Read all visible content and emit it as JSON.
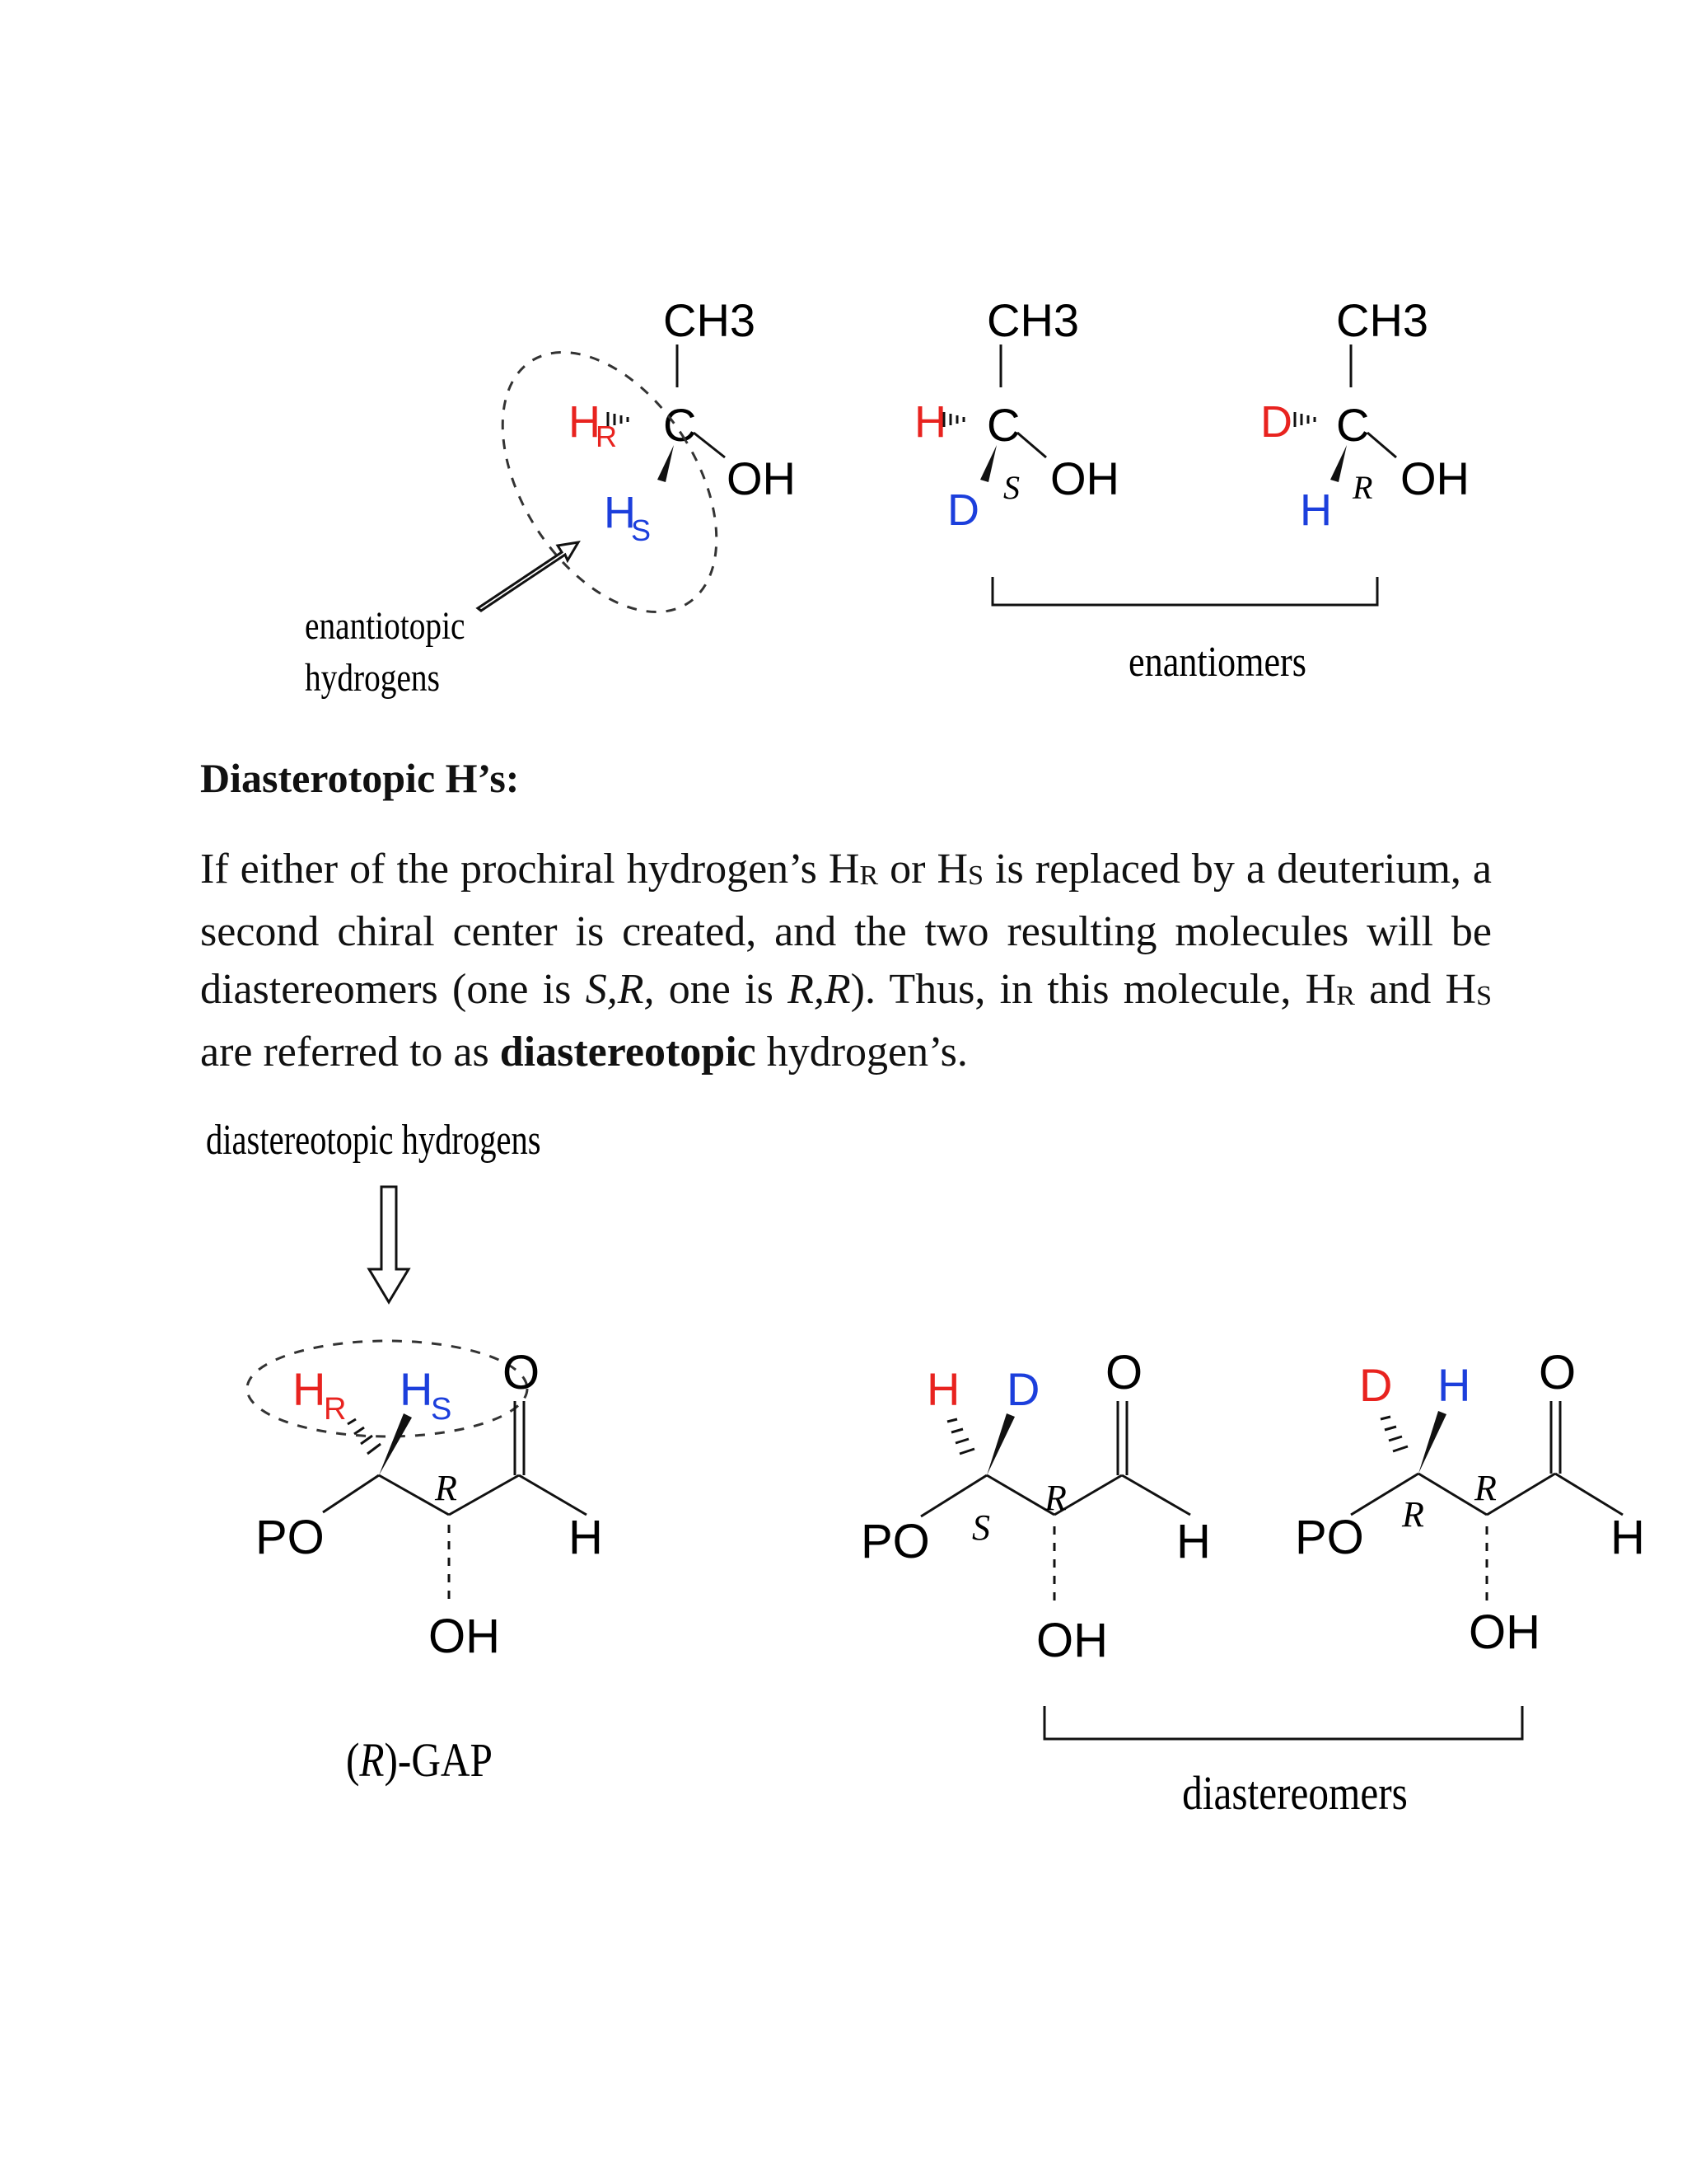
{
  "enantiotopic_figure": {
    "caption_line1": "enantiotopic",
    "caption_line2": "hydrogens",
    "bracket_label": "enantiomers",
    "molecules": [
      {
        "top": "CH3",
        "center": "C",
        "right": "OH",
        "left": "H",
        "left_sub": "R",
        "down": "H",
        "down_sub": "S"
      },
      {
        "top": "CH3",
        "center": "C",
        "right": "OH",
        "left": "H",
        "down": "D",
        "config": "S"
      },
      {
        "top": "CH3",
        "center": "C",
        "right": "OH",
        "left": "D",
        "down": "H",
        "config": "R"
      }
    ]
  },
  "section": {
    "heading": "Diasterotopic H’s:",
    "paragraph": {
      "t1": " If either of the prochiral hydrogen’s H",
      "s1": "R",
      "t2": " or H",
      "s2": "S",
      "t3": " is replaced by a deuterium, a second chiral center is created, and the two resulting molecules will be diastereomers (one is ",
      "i1": "S,R,",
      "t4": " one is ",
      "i2": "R,R",
      "t5": "). Thus, in this molecule, H",
      "s3": "R",
      "t6": " and H",
      "s4": "S",
      "t7": " are referred to as ",
      "b1": "diastereotopic",
      "t8": " hydrogen’s."
    }
  },
  "diastereotopic_figure": {
    "caption": "diastereotopic hydrogens",
    "gap_label_pre": "(",
    "gap_label_italic": "R",
    "gap_label_post": ")-GAP",
    "bracket_label": "diastereomers",
    "molecules": [
      {
        "po": "PO",
        "h1": "H",
        "h1_sub": "R",
        "h2": "H",
        "h2_sub": "S",
        "o": "O",
        "oh": "OH",
        "h_end": "H",
        "c2_config": "R"
      },
      {
        "po": "PO",
        "h1": "H",
        "h2": "D",
        "o": "O",
        "oh": "OH",
        "h_end": "H",
        "c3_config": "S",
        "c2_config": "R"
      },
      {
        "po": "PO",
        "h1": "D",
        "h2": "H",
        "o": "O",
        "oh": "OH",
        "h_end": "H",
        "c3_config": "R",
        "c2_config": "R"
      }
    ]
  },
  "colors": {
    "red": "#e8231f",
    "blue": "#1c3fdc",
    "text": "#111111"
  }
}
